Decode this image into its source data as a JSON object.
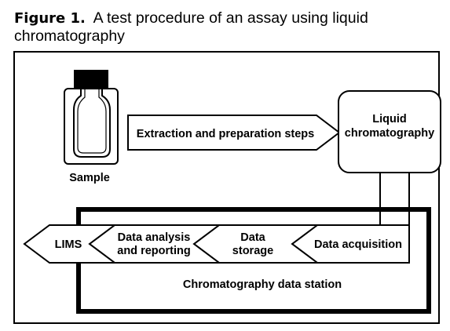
{
  "caption": {
    "figure_label": "Figure 1.",
    "title": "A test procedure of an assay using liquid chromatography"
  },
  "diagram": {
    "sample_label": "Sample",
    "extraction_label": "Extraction and preparation steps",
    "lc_label": [
      "Liquid",
      "chromatography"
    ],
    "station_label": "Chromatography data station",
    "steps": {
      "lims": "LIMS",
      "analysis": [
        "Data analysis",
        "and reporting"
      ],
      "storage": [
        "Data",
        "storage"
      ],
      "acquisition": "Data acquisition"
    }
  }
}
